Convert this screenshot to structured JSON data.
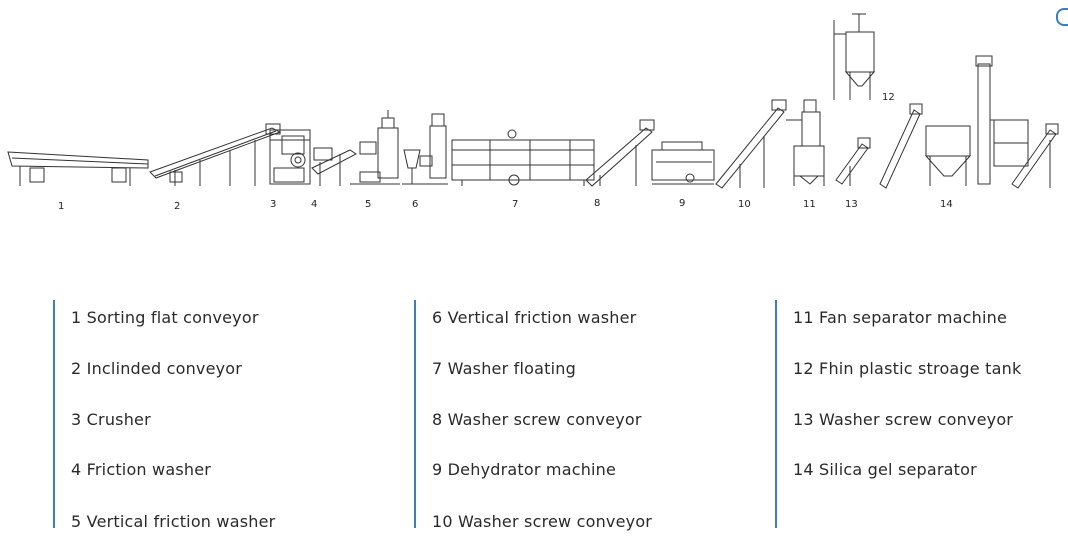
{
  "diagram": {
    "numbers": [
      "1",
      "2",
      "3",
      "4",
      "5",
      "6",
      "7",
      "8",
      "9",
      "10",
      "11",
      "12",
      "13",
      "14"
    ]
  },
  "legend": {
    "columns": [
      [
        "1 Sorting flat conveyor",
        "2 Inclinded conveyor",
        "3 Crusher",
        "4 Friction washer",
        "5 Vertical friction washer"
      ],
      [
        "6 Vertical friction washer",
        "7 Washer floating",
        "8 Washer screw conveyor",
        "9 Dehydrator machine",
        "10 Washer screw conveyor"
      ],
      [
        "11 Fan separator machine",
        "12 Fhin plastic stroage tank",
        "13 Washer screw conveyor",
        "14 Silica gel separator"
      ]
    ]
  },
  "colors": {
    "accent": "#3b7fc0",
    "line": "#333333"
  }
}
